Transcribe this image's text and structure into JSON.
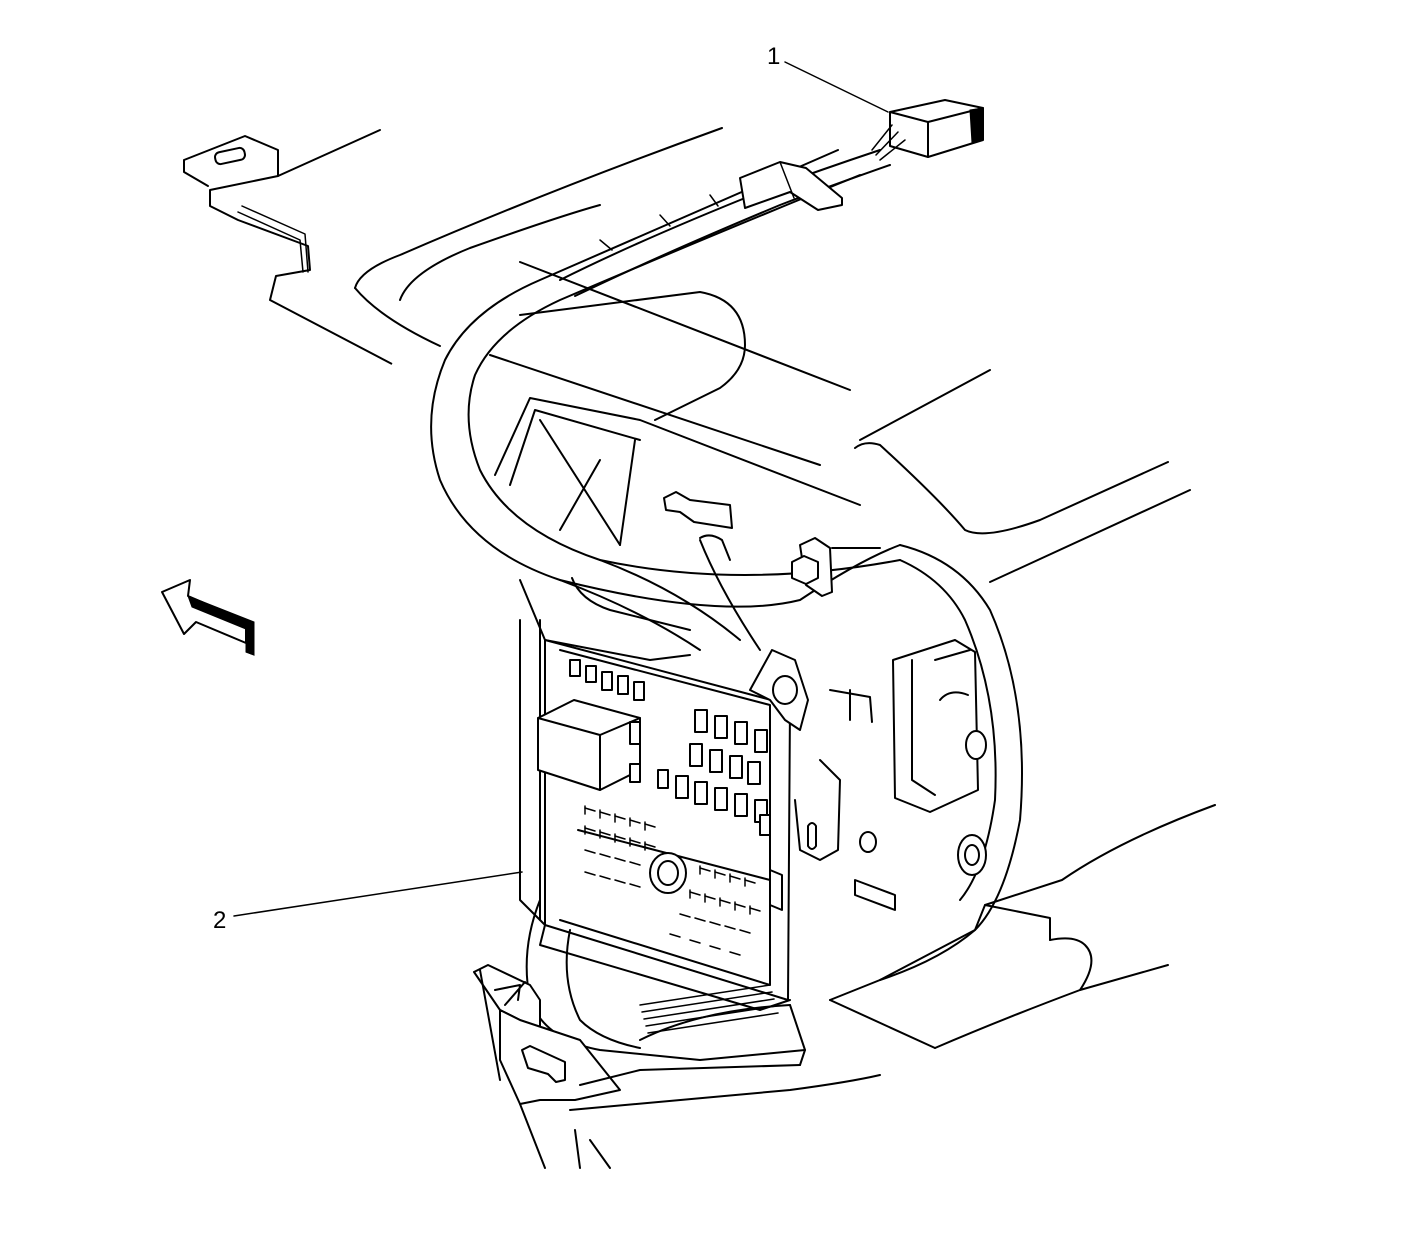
{
  "callouts": [
    {
      "id": "1",
      "label": "1"
    },
    {
      "id": "2",
      "label": "2"
    }
  ],
  "colors": {
    "line": "#000000",
    "background": "#ffffff"
  },
  "icons": [
    "direction-arrow-icon"
  ]
}
